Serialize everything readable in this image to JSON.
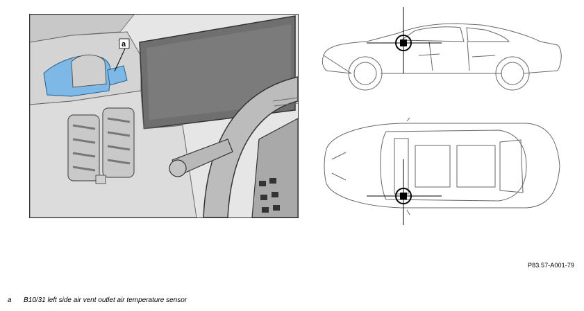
{
  "figure": {
    "callout_letter": "a",
    "figure_id": "P83.57-A001-79"
  },
  "legend": {
    "items": [
      {
        "key": "a",
        "text": "B10/31 left side air vent outlet air temperature sensor"
      }
    ]
  },
  "colors": {
    "sensor_highlight": "#6fb0e0",
    "line_art": "#555555",
    "background_panel": "#e9e9e9"
  },
  "icons": [
    "crosshair-marker-icon"
  ]
}
